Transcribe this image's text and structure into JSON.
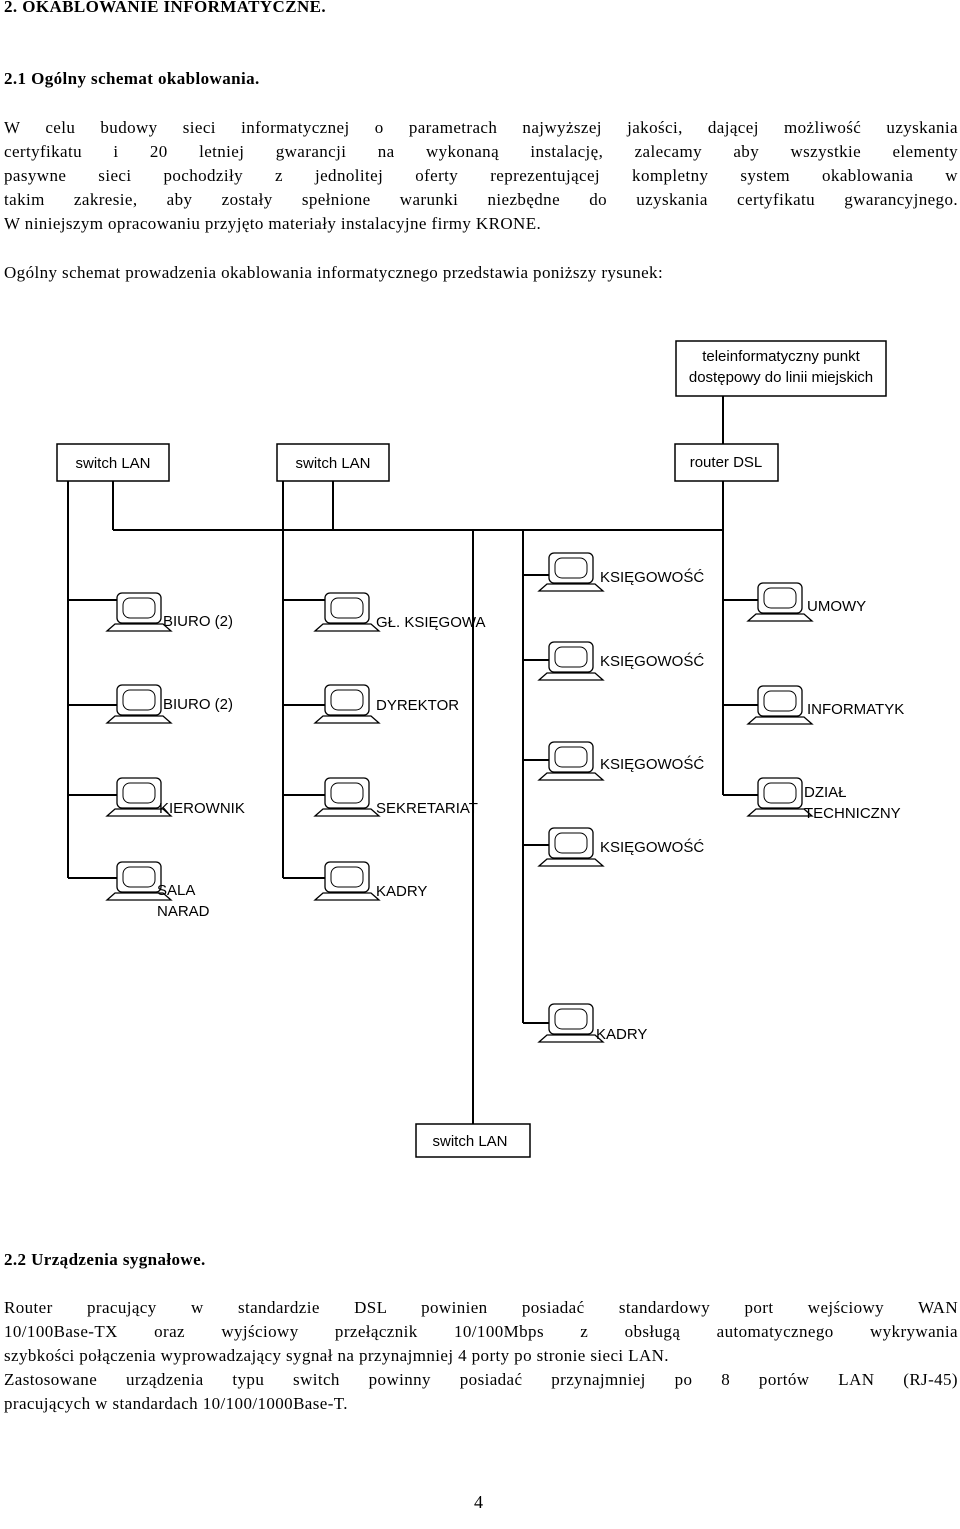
{
  "heading_main": "2. OKABLOWANIE INFORMATYCZNE.",
  "heading_sub": "2.1 Ogólny schemat okablowania.",
  "intro_lines": [
    "W celu budowy sieci informatycznej o parametrach najwyższej jakości, dającej możliwość uzyskania",
    "certyfikatu i 20 letniej gwarancji na wykonaną instalację, zalecamy aby wszystkie elementy",
    "pasywne sieci pochodziły z jednolitej oferty reprezentującej kompletny system okablowania w",
    "takim zakresie, aby zostały spełnione warunki niezbędne do uzyskania certyfikatu gwarancyjnego.",
    "W niniejszym opracowaniu przyjęto materiały instalacyjne firmy KRONE."
  ],
  "schema_intro": "Ogólny schemat prowadzenia okablowania informatycznego przedstawia poniższy rysunek:",
  "diagram": {
    "top_box_line1": "teleinformatyczny punkt",
    "top_box_line2": "dostępowy do linii miejskich",
    "switch_1": "switch LAN",
    "switch_2": "switch LAN",
    "router": "router DSL",
    "switch_bottom": "switch LAN",
    "col1": [
      "BIURO (2)",
      "BIURO (2)",
      "KIEROWNIK",
      "SALA",
      "NARAD"
    ],
    "col2": [
      "GŁ. KSIĘGOWA",
      "DYREKTOR",
      "SEKRETARIAT",
      "KADRY"
    ],
    "col3": [
      "KSIĘGOWOŚĆ",
      "KSIĘGOWOŚĆ",
      "KSIĘGOWOŚĆ",
      "KSIĘGOWOŚĆ",
      "KADRY"
    ],
    "col4": [
      "UMOWY",
      "INFORMATYK",
      "DZIAŁ",
      "TECHNICZNY"
    ]
  },
  "heading_devices": "2.2 Urządzenia sygnałowe.",
  "devices_lines": [
    "Router pracujący w standardzie DSL powinien posiadać standardowy port wejściowy WAN",
    "10/100Base-TX oraz wyjściowy przełącznik 10/100Mbps z obsługą automatycznego wykrywania",
    "szybkości połączenia wyprowadzający sygnał na przynajmniej 4 porty po stronie sieci LAN.",
    "Zastosowane urządzenia typu switch powinny posiadać przynajmniej po 8 portów LAN (RJ-45)",
    "pracujących w standardach 10/100/1000Base-T."
  ],
  "page_number": "4"
}
